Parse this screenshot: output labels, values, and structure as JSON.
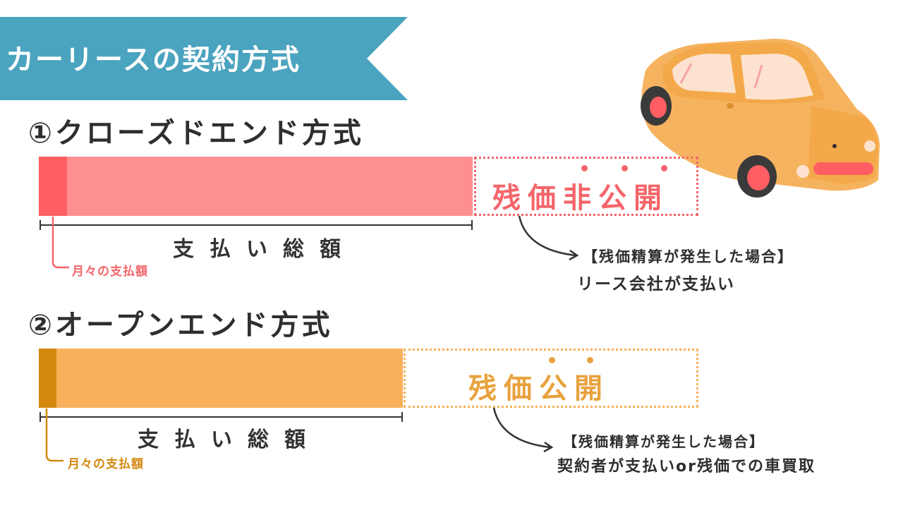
{
  "title": "カーリースの契約方式",
  "closed_end": {
    "title": "①クローズドエンド方式",
    "residual": "残価非公開",
    "total_label": "支払い総額",
    "monthly_label": "月々の支払額",
    "note_line1": "【残価精算が発生した場合】",
    "note_line2": "リース会社が支払い"
  },
  "open_end": {
    "title": "②オープンエンド方式",
    "residual": "残価公開",
    "total_label": "支払い総額",
    "monthly_label": "月々の支払額",
    "note_line1": "【残価精算が発生した場合】",
    "note_line2": "契約者が支払いor残価での車買取"
  },
  "colors": {
    "banner": "#4aa3bf",
    "pink_bar": "#fe8f90",
    "pink_accent": "#ff5e62",
    "pink_text": "#f4656a",
    "orange_bar": "#f8b15a",
    "orange_accent": "#d4880f",
    "orange_text": "#e8a23e",
    "car_body": "#f6b35f"
  },
  "icons": [
    "car-illustration",
    "curved-arrow-icon"
  ]
}
